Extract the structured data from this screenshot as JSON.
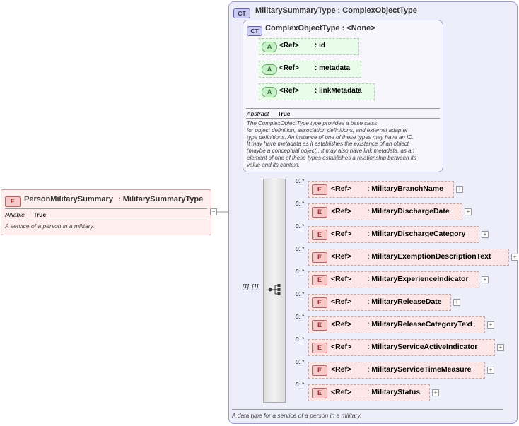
{
  "root": {
    "tag": "E",
    "name": "PersonMilitarySummary",
    "type": ": MilitarySummaryType",
    "prop_label": "Nillable",
    "prop_value": "True",
    "doc": "A service of a person in a military."
  },
  "outer_type": {
    "tag": "CT",
    "title": "MilitarySummaryType : ComplexObjectType",
    "doc": "A data type for a service of a person in a military."
  },
  "base_type": {
    "tag": "CT",
    "title": "ComplexObjectType : <None>",
    "prop_label": "Abstract",
    "prop_value": "True",
    "doc": "The ComplexObjectType type provides a base class for object definition, association definitions, and external adapter type definitions. An instance of one of these types may have an ID. It may have metadata as it establishes the existence of an object (maybe a conceptual object). It may also have link metadata, as an element of one of these types establishes a relationship between its value and its context.",
    "doc_lines": [
      "The ComplexObjectType type provides a base class",
      "for object definition, association definitions, and external adapter",
      "type definitions. An instance of one of these types may have an ID.",
      "It may have metadata as it establishes the existence of an object",
      "(maybe a conceptual object). It may also have link metadata, as an",
      "element of one of these types establishes a relationship between its",
      "value and its context."
    ],
    "attributes": [
      {
        "tag": "A",
        "ref": "<Ref>",
        "name": ": id"
      },
      {
        "tag": "A",
        "ref": "<Ref>",
        "name": ": metadata"
      },
      {
        "tag": "A",
        "ref": "<Ref>",
        "name": ": linkMetadata"
      }
    ]
  },
  "sequence": {
    "cardinality": "[1]..[1]",
    "elements": [
      {
        "card": "0..*",
        "tag": "E",
        "ref": "<Ref>",
        "name": ": MilitaryBranchName"
      },
      {
        "card": "0..*",
        "tag": "E",
        "ref": "<Ref>",
        "name": ": MilitaryDischargeDate"
      },
      {
        "card": "0..*",
        "tag": "E",
        "ref": "<Ref>",
        "name": ": MilitaryDischargeCategory"
      },
      {
        "card": "0..*",
        "tag": "E",
        "ref": "<Ref>",
        "name": ": MilitaryExemptionDescriptionText"
      },
      {
        "card": "0..*",
        "tag": "E",
        "ref": "<Ref>",
        "name": ": MilitaryExperienceIndicator"
      },
      {
        "card": "0..*",
        "tag": "E",
        "ref": "<Ref>",
        "name": ": MilitaryReleaseDate"
      },
      {
        "card": "0..*",
        "tag": "E",
        "ref": "<Ref>",
        "name": ": MilitaryReleaseCategoryText"
      },
      {
        "card": "0..*",
        "tag": "E",
        "ref": "<Ref>",
        "name": ": MilitaryServiceActiveIndicator"
      },
      {
        "card": "0..*",
        "tag": "E",
        "ref": "<Ref>",
        "name": ": MilitaryServiceTimeMeasure"
      },
      {
        "card": "0..*",
        "tag": "E",
        "ref": "<Ref>",
        "name": ": MilitaryStatus"
      }
    ]
  },
  "icons": {
    "expand": "plus-icon",
    "collapse": "minus-icon",
    "sequence": "sequence-icon"
  }
}
